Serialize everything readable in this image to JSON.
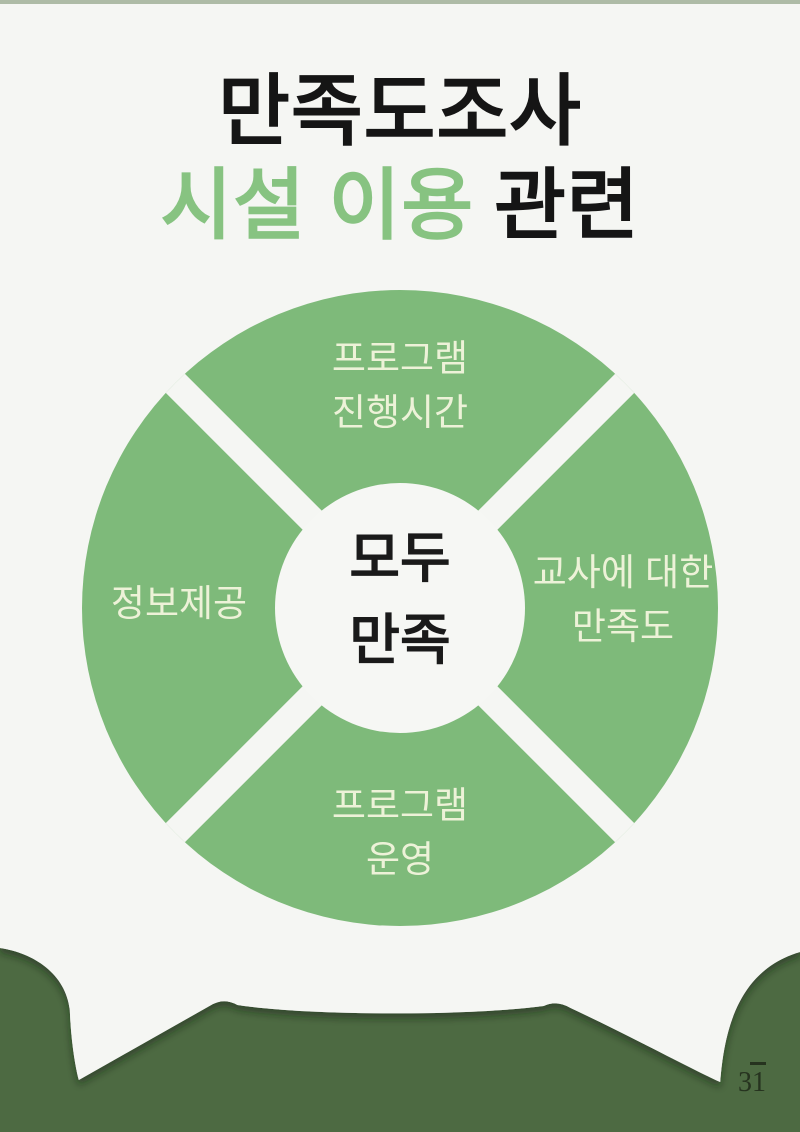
{
  "page": {
    "bg_color": "#f5f6f3",
    "top_border_color": "#aebba6"
  },
  "title": {
    "line1": "만족도조사",
    "line2_accent": "시설 이용",
    "line2_rest": "관련",
    "text_color": "#151515",
    "accent_color": "#87c381"
  },
  "diagram": {
    "type": "four-quadrant-circle",
    "segment_color": "#7eba7a",
    "divider_color": "#f5f6f3",
    "label_color": "#edf2d8",
    "center": {
      "line1": "모두",
      "line2": "만족",
      "text_color": "#1a1a1a",
      "bg_color": "#f6f7f4"
    },
    "segments": [
      {
        "position": "top",
        "lines": [
          "프로그램",
          "진행시간"
        ]
      },
      {
        "position": "left",
        "lines": [
          "정보제공"
        ]
      },
      {
        "position": "right",
        "lines": [
          "교사에 대한",
          "만족도"
        ]
      },
      {
        "position": "bottom",
        "lines": [
          "프로그램",
          "운영"
        ]
      }
    ]
  },
  "footer": {
    "shape_color": "#4d6a42",
    "page_number": "31"
  }
}
